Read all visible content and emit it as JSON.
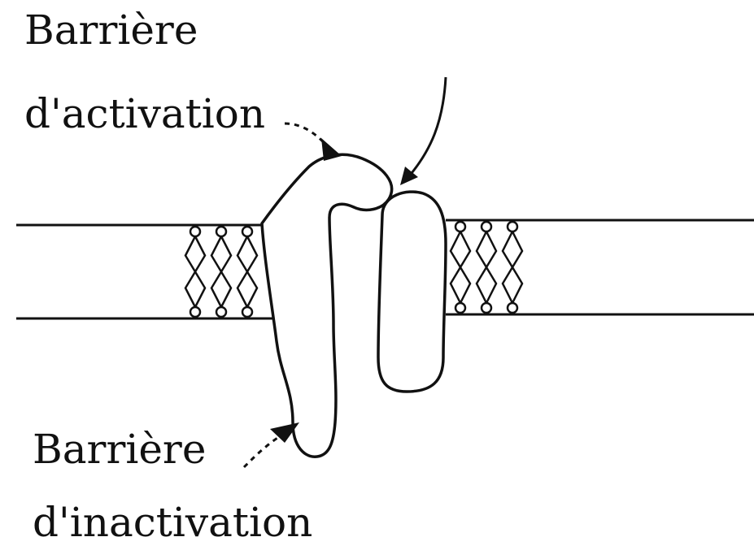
{
  "labels": {
    "activation_line1": "Barrière",
    "activation_line2": "d'activation",
    "inactivation_line1": "Barrière",
    "inactivation_line2": "d'inactivation"
  },
  "colors": {
    "ink": "#111111",
    "background": "#ffffff"
  }
}
